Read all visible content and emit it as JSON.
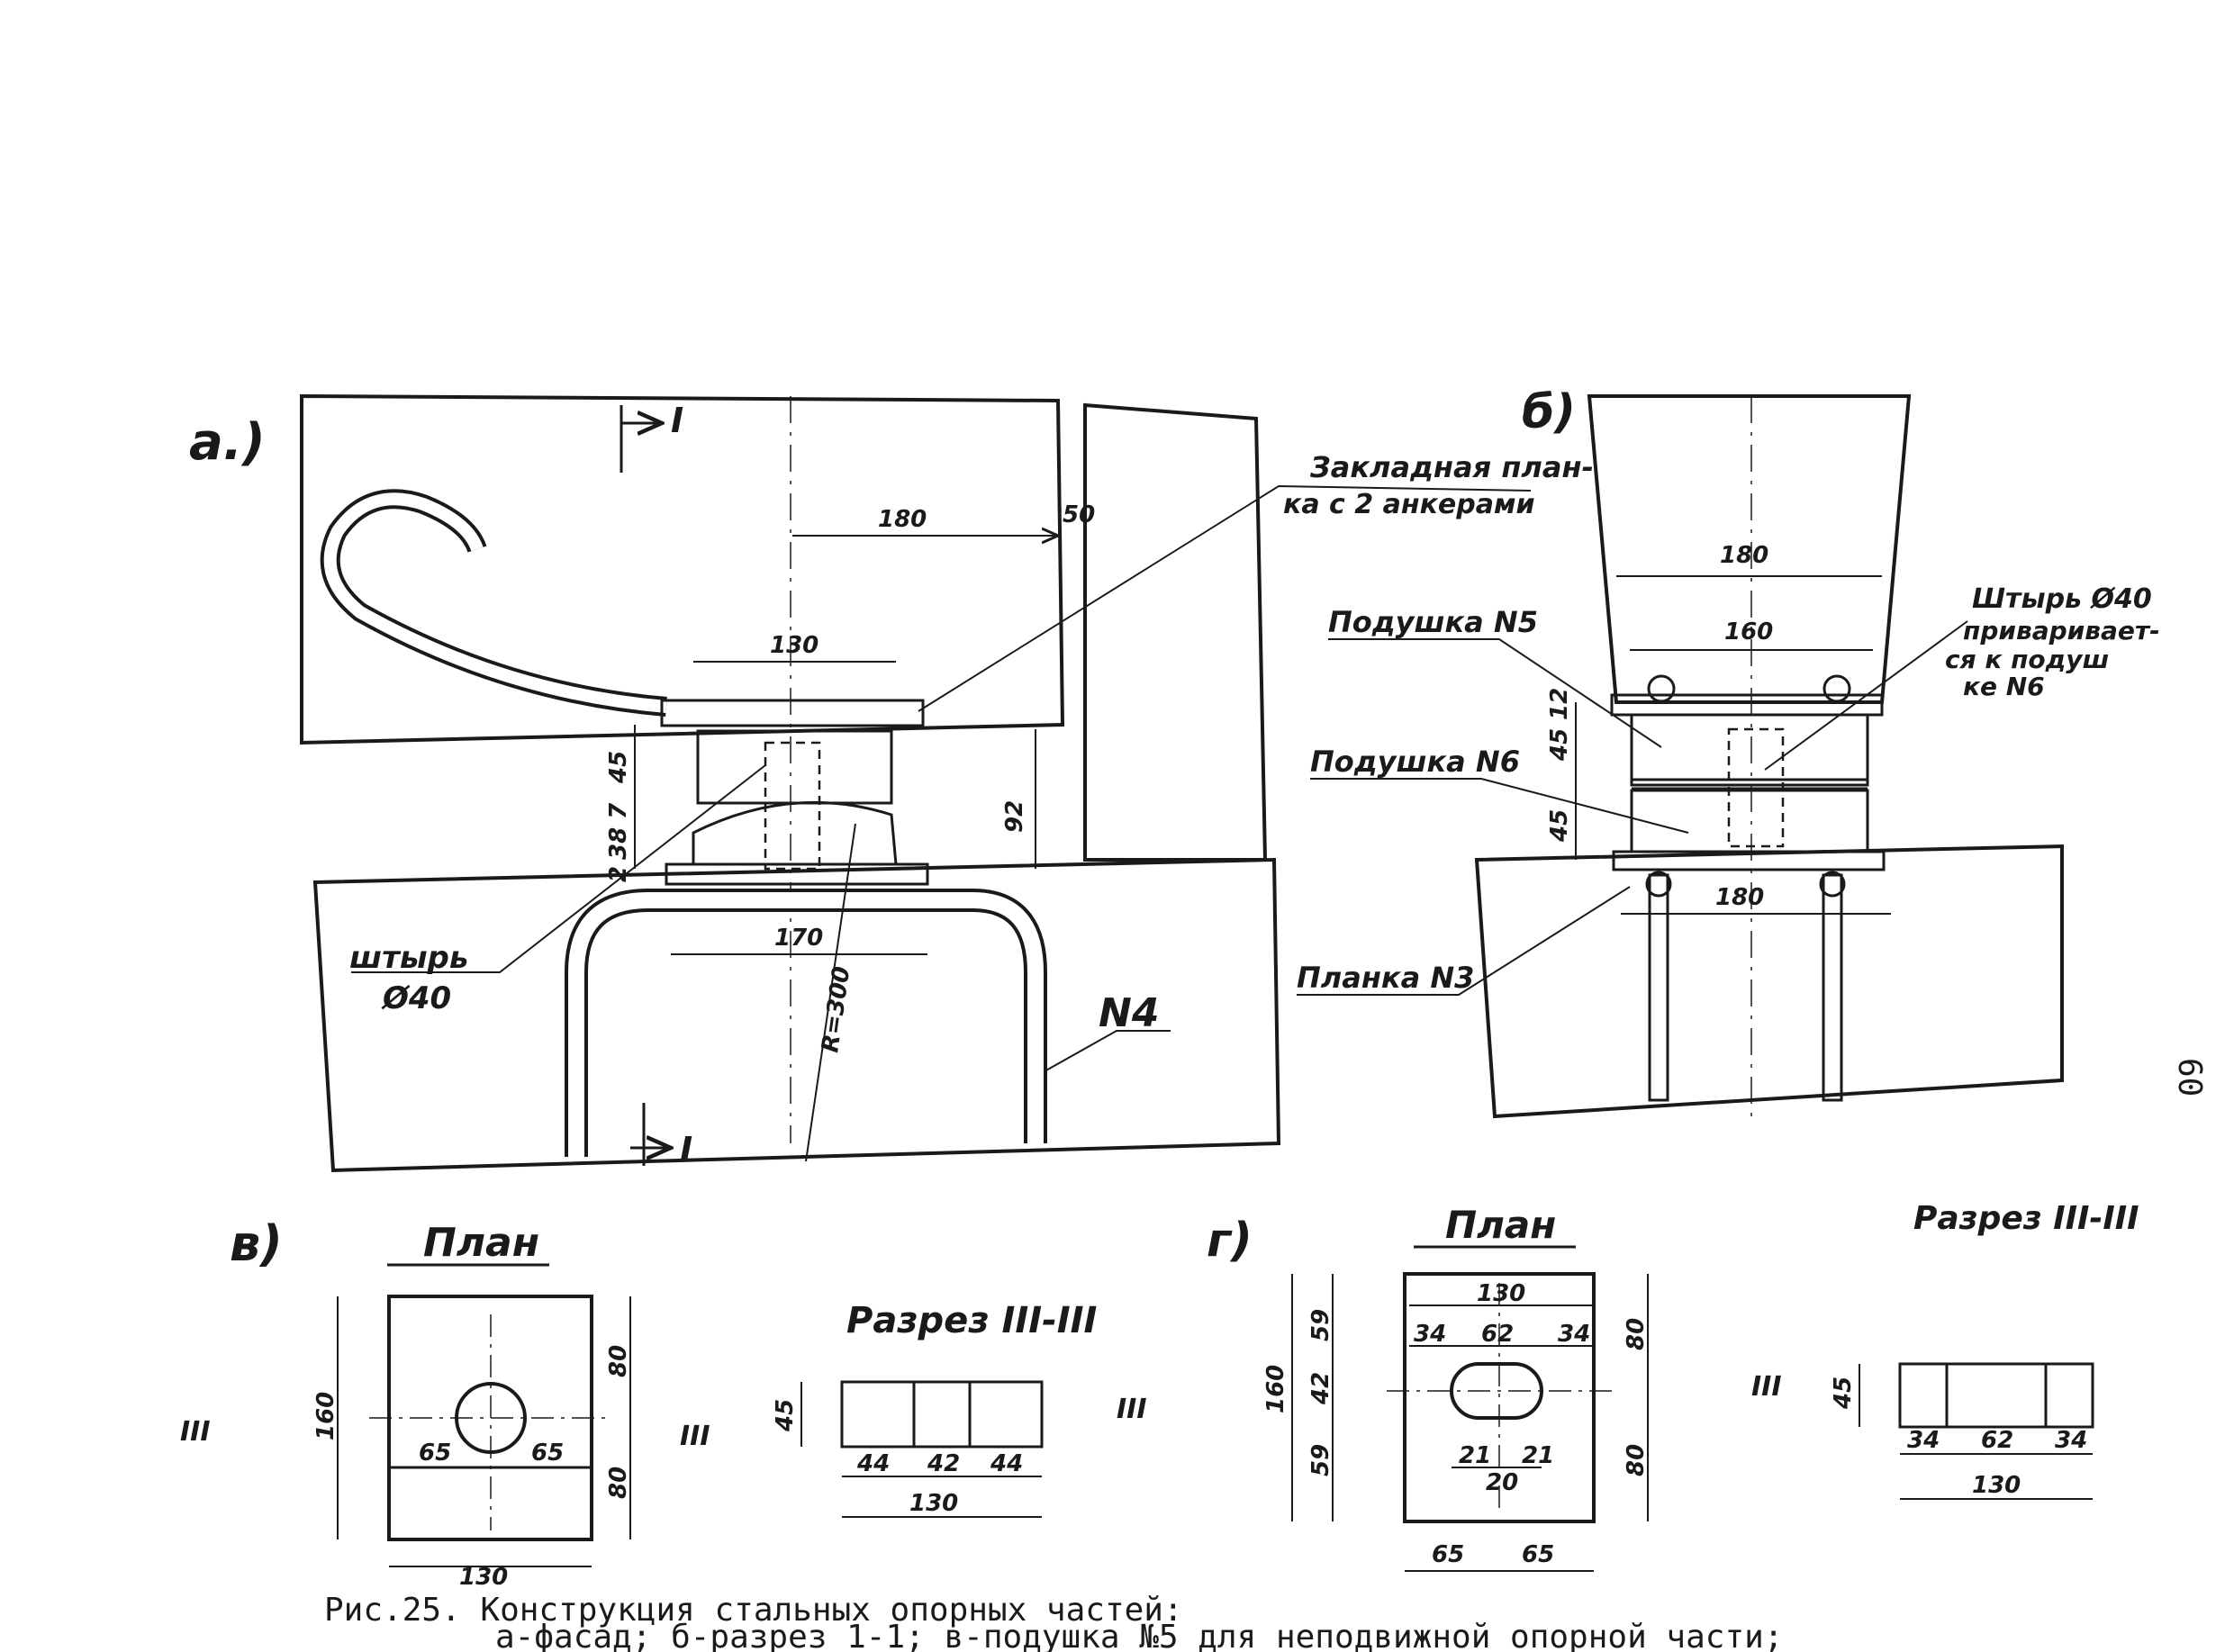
{
  "panels": {
    "a": "a.)",
    "b": "б)",
    "v": "в)",
    "g": "г)"
  },
  "section_marks": {
    "top": "I",
    "bottom": "I",
    "iii": "III"
  },
  "labels": {
    "embedded_plate": "Закладная план-",
    "embedded_plate_2": "ка с 2 анкерами",
    "pin_a": "штырь",
    "pin_a_size": "Ø40",
    "n4": "N4",
    "cushion5": "Подушка N5",
    "cushion6": "Подушка N6",
    "plate3": "Планка N3",
    "pin_b_1": "Штырь Ø40",
    "pin_b_2": "приваривает-",
    "pin_b_3": "ся к подуш",
    "pin_b_4": "ке N6",
    "radius": "R=300"
  },
  "dims_a": {
    "d180": "180",
    "d50": "50",
    "d130": "130",
    "d170": "170",
    "d92": "92",
    "d45": "45",
    "d7": "7",
    "d38": "38",
    "d2": "2"
  },
  "dims_b": {
    "d180_top": "180",
    "d160": "160",
    "d180_bottom": "180",
    "d45a": "45",
    "d12": "12",
    "d45b": "45"
  },
  "plan_v": {
    "title": "План",
    "d160": "160",
    "d80a": "80",
    "d80b": "80",
    "d65a": "65",
    "d65b": "65",
    "d130": "130"
  },
  "section_v": {
    "title": "Разрез III-III",
    "d45": "45",
    "d44a": "44",
    "d42": "42",
    "d44b": "44",
    "d130": "130"
  },
  "plan_g": {
    "title": "План",
    "d160": "160",
    "d59a": "59",
    "d42": "42",
    "d59b": "59",
    "d130": "130",
    "d34a": "34",
    "d62": "62",
    "d34b": "34",
    "d21a": "21",
    "d21b": "21",
    "d20": "20",
    "d80a": "80",
    "d80b": "80",
    "d65a": "65",
    "d65b": "65"
  },
  "section_g": {
    "title": "Разрез III-III",
    "d45": "45",
    "d34a": "34",
    "d62": "62",
    "d34b": "34",
    "d130": "130"
  },
  "page_number": "60",
  "caption": {
    "line1": "Рис.25. Конструкция стальных опорных частей:",
    "line2": "а-фасад; б-разрез 1-1; в-подушка №5 для неподвижной опорной части;"
  }
}
